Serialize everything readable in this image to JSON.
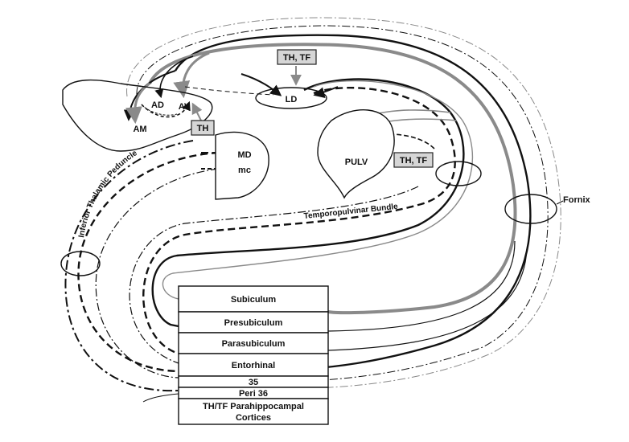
{
  "structures": {
    "am": "AM",
    "ad": "AD",
    "av": "AV",
    "ld": "LD",
    "md": "MD",
    "mc": "mc",
    "pulv": "PULV"
  },
  "tags": {
    "th_tf_top": "TH, TF",
    "th": "TH",
    "th_tf_right": "TH, TF"
  },
  "tracts": {
    "inferior_thalamic_peduncle": "Inferior Thalamic Peduncle",
    "temporopulvinar_bundle": "Temporopulvinar Bundle",
    "fornix": "Fornix"
  },
  "regions": [
    "Subiculum",
    "Presubiculum",
    "Parasubiculum",
    "Entorhinal",
    "35",
    "Peri 36",
    "TH/TF Parahippocampal",
    "Cortices"
  ],
  "colors": {
    "black": "#111111",
    "gray": "#8a8a8a",
    "tag_fill": "#d6d6d6"
  }
}
